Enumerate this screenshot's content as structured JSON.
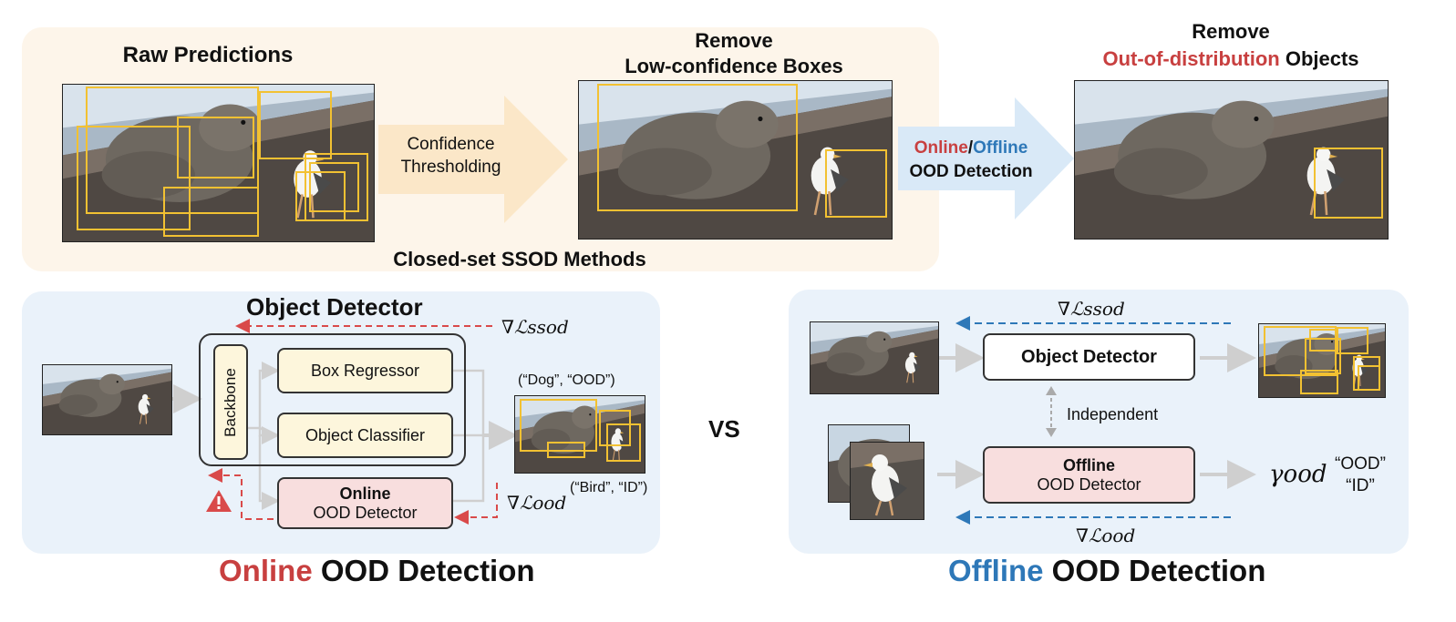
{
  "top": {
    "raw_title": "Raw Predictions",
    "thresh_label_line1": "Confidence",
    "thresh_label_line2": "Thresholding",
    "remove_low_line1": "Remove",
    "remove_low_line2": "Low-confidence Boxes",
    "closed_set_label": "Closed-set SSOD Methods",
    "ood_arrow_online": "Online",
    "ood_arrow_sep": "/",
    "ood_arrow_offline": "Offline",
    "ood_arrow_line2": "OOD Detection",
    "remove_ood_line1": "Remove",
    "remove_ood_red": "Out-of-distribution",
    "remove_ood_rest": " Objects"
  },
  "online": {
    "detector_title": "Object Detector",
    "backbone": "Backbone",
    "box_regressor": "Box Regressor",
    "object_classifier": "Object Classifier",
    "ood_line1": "Online",
    "ood_line2": "OOD Detector",
    "grad_ssod": "∇ℒssod",
    "grad_ood": "∇ℒood",
    "label_dog": "(“Dog”, “OOD”)",
    "label_bird": "(“Bird”, “ID”)",
    "caption_colored": "Online",
    "caption_rest": " OOD Detection"
  },
  "vs": "VS",
  "offline": {
    "detector": "Object Detector",
    "independent": "Independent",
    "ood_line1": "Offline",
    "ood_line2": "OOD Detector",
    "grad_ssod": "∇ℒssod",
    "grad_ood": "∇ℒood",
    "gamma": "γood",
    "out_ood": "“OOD”",
    "out_id": "“ID”",
    "caption_colored": "Offline",
    "caption_rest": " OOD Detection"
  },
  "colors": {
    "top_panel": "#fdf5ea",
    "bottom_panel": "#eaf2fa",
    "box": "#f2c132",
    "red": "#c84040",
    "blue": "#2e78b8",
    "module_yellow": "#fdf6dc",
    "module_pink": "#f8dede"
  }
}
